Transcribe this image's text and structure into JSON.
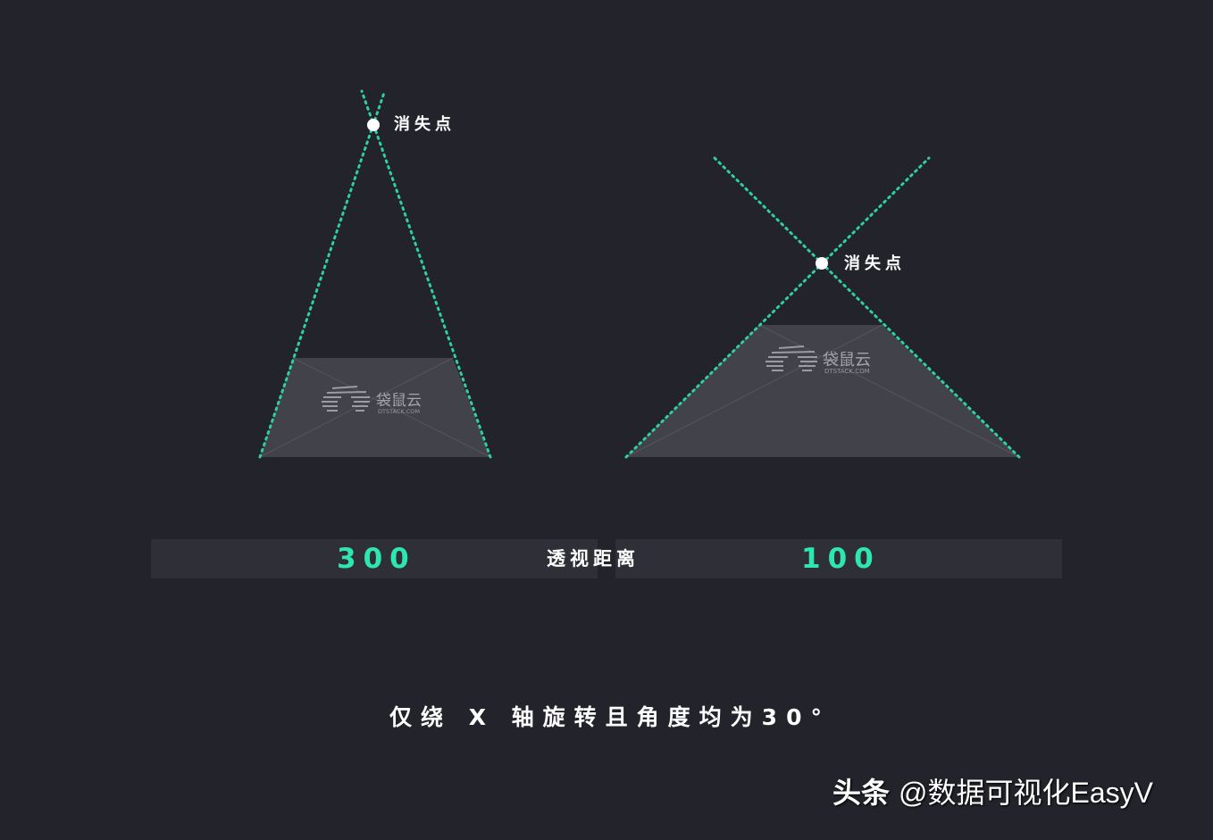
{
  "colors": {
    "background": "#22232b",
    "accent": "#2ee6b0",
    "guide_line": "#2fcf9e",
    "plane_fill": "#41424a",
    "bar_fill": "#2e2f37",
    "text": "#ffffff"
  },
  "diagrams": [
    {
      "id": "perspective-300",
      "vanishing_point_label": "消失点",
      "logo_text": "袋鼠云",
      "logo_subtext": "DTSTACK.COM",
      "perspective_value": "300"
    },
    {
      "id": "perspective-100",
      "vanishing_point_label": "消失点",
      "logo_text": "袋鼠云",
      "logo_subtext": "DTSTACK.COM",
      "perspective_value": "100"
    }
  ],
  "comparison_bar": {
    "left_value": "300",
    "center_label": "透视距离",
    "right_value": "100"
  },
  "caption": "仅绕 X 轴旋转且角度均为30°",
  "watermark": {
    "brand": "头条",
    "handle": "@数据可视化EasyV"
  }
}
